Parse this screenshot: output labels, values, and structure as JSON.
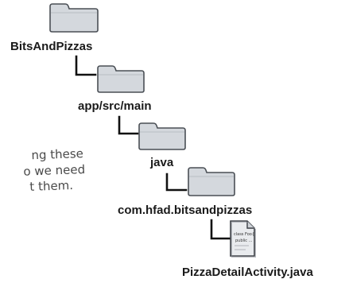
{
  "tree": {
    "root": {
      "label": "BitsAndPizzas",
      "icon": "folder-icon"
    },
    "level1": {
      "label": "app/src/main",
      "icon": "folder-icon"
    },
    "level2": {
      "label": "java",
      "icon": "folder-icon"
    },
    "level3": {
      "label": "com.hfad.bitsandpizzas",
      "icon": "folder-icon"
    },
    "file": {
      "label": "PizzaDetailActivity.java",
      "icon": "java-file-icon",
      "code_line1": "class Foo{",
      "code_line2": "public ..."
    }
  },
  "note": {
    "line1": "ng these",
    "line2": "o we need",
    "line3": "t them."
  },
  "colors": {
    "folder_fill": "#d4d8dd",
    "folder_stroke": "#4a4f55",
    "connector": "#111111"
  }
}
